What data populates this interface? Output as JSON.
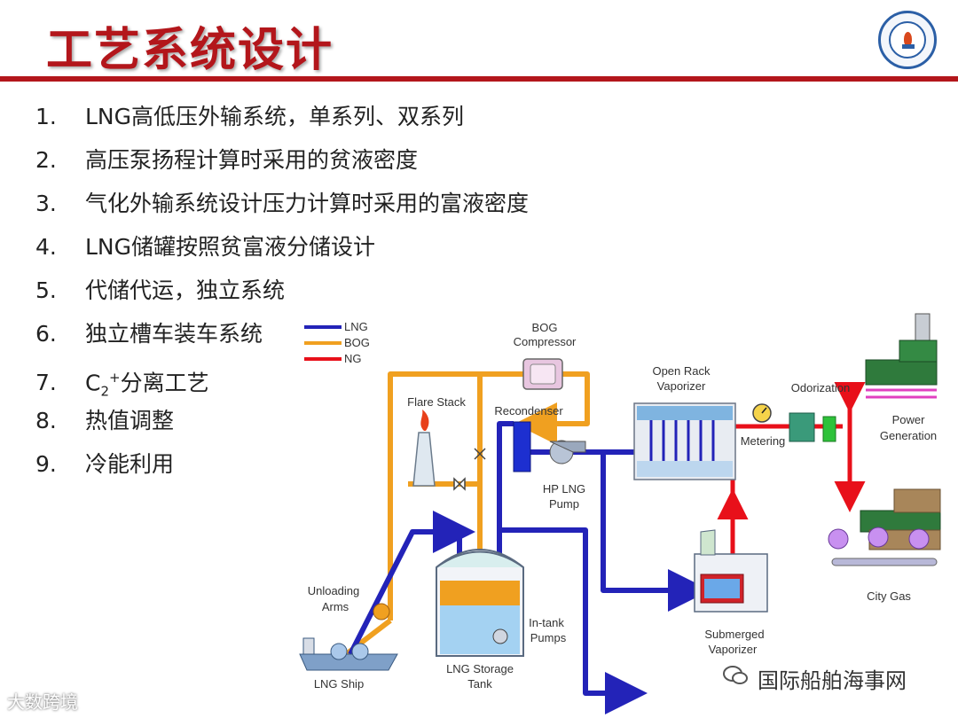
{
  "header": {
    "title": "工艺系统设计"
  },
  "list": {
    "items": [
      {
        "num": "1.",
        "text": "LNG高低压外输系统，单系列、双系列"
      },
      {
        "num": "2.",
        "text": "高压泵扬程计算时采用的贫液密度"
      },
      {
        "num": "3.",
        "text": "气化外输系统设计压力计算时采用的富液密度"
      },
      {
        "num": "4.",
        "text": "LNG储罐按照贫富液分储设计"
      },
      {
        "num": "5.",
        "text": "代储代运，独立系统"
      },
      {
        "num": "6.",
        "text": "独立槽车装车系统"
      },
      {
        "num": "7.",
        "text_pre": "C",
        "text_sub": "2",
        "text_sup": "+",
        "text_post": "分离工艺"
      },
      {
        "num": "8.",
        "text": "热值调整"
      },
      {
        "num": "9.",
        "text": "冷能利用"
      }
    ]
  },
  "legend": {
    "lng": "LNG",
    "bog": "BOG",
    "ng": "NG"
  },
  "colors": {
    "lng": "#2323b8",
    "bog": "#f0a020",
    "ng": "#e8101a",
    "accent": "#b3161b"
  },
  "diagram": {
    "bog_compressor_l1": "BOG",
    "bog_compressor_l2": "Compressor",
    "flare_stack": "Flare Stack",
    "recondenser": "Recondenser",
    "open_rack_l1": "Open Rack",
    "open_rack_l2": "Vaporizer",
    "odorization": "Odorization",
    "metering": "Metering",
    "power_l1": "Power",
    "power_l2": "Generation",
    "hp_pump_l1": "HP LNG",
    "hp_pump_l2": "Pump",
    "city_gas": "City Gas",
    "unloading_l1": "Unloading",
    "unloading_l2": "Arms",
    "intank_l1": "In-tank",
    "intank_l2": "Pumps",
    "storage_l1": "LNG Storage",
    "storage_l2": "Tank",
    "submerged_l1": "Submerged",
    "submerged_l2": "Vaporizer",
    "ship": "LNG Ship"
  },
  "watermarks": {
    "left": "大数跨境",
    "right": "国际船舶海事网"
  }
}
